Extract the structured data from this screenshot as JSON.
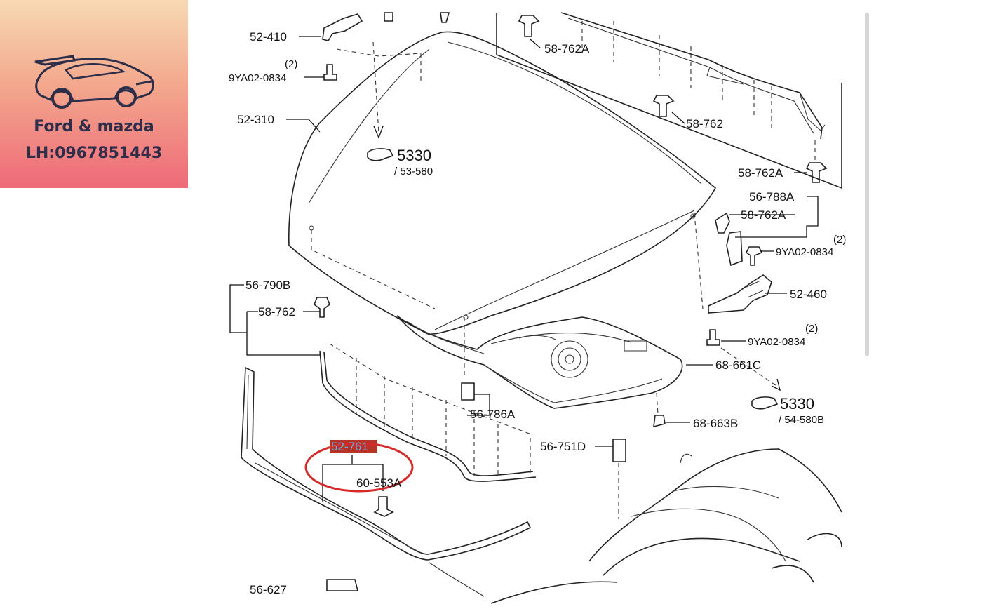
{
  "brand": {
    "name": "Ford & mazda",
    "phone": "LH:0967851443",
    "bg_top": "#f7d9b3",
    "bg_bottom": "#ee6a78",
    "text_color": "#2d2e4a"
  },
  "callouts": {
    "c52_410": "52-410",
    "c9ya_top": "9YA02-0834",
    "qty_top": "(2)",
    "c52_310": "52-310",
    "ref5330_a": "5330",
    "ref53_580": "/ 53-580",
    "c58_762a_top": "58-762A",
    "c58_762_right": "58-762",
    "c58_762a_mid": "58-762A",
    "c56_788a": "56-788A",
    "c58_762a_low": "58-762A",
    "qty_r1": "(2)",
    "c9ya_r1": "9YA02-0834",
    "c52_460": "52-460",
    "qty_r2": "(2)",
    "c9ya_r2": "9YA02-0834",
    "c68_661c": "68-661C",
    "ref5330_b": "5330",
    "ref54_580b": "/ 54-580B",
    "c68_663b": "68-663B",
    "c56_790b": "56-790B",
    "c58_762_left": "58-762",
    "c56_786a": "56-786A",
    "c56_751d": "56-751D",
    "c52_761": "52-761",
    "c60_553a": "60-553A",
    "c56_627": "56-627"
  },
  "highlight": {
    "ring_color": "#d62a2a",
    "label_bg": "#b83227",
    "label_text": "#5fb4e8"
  }
}
